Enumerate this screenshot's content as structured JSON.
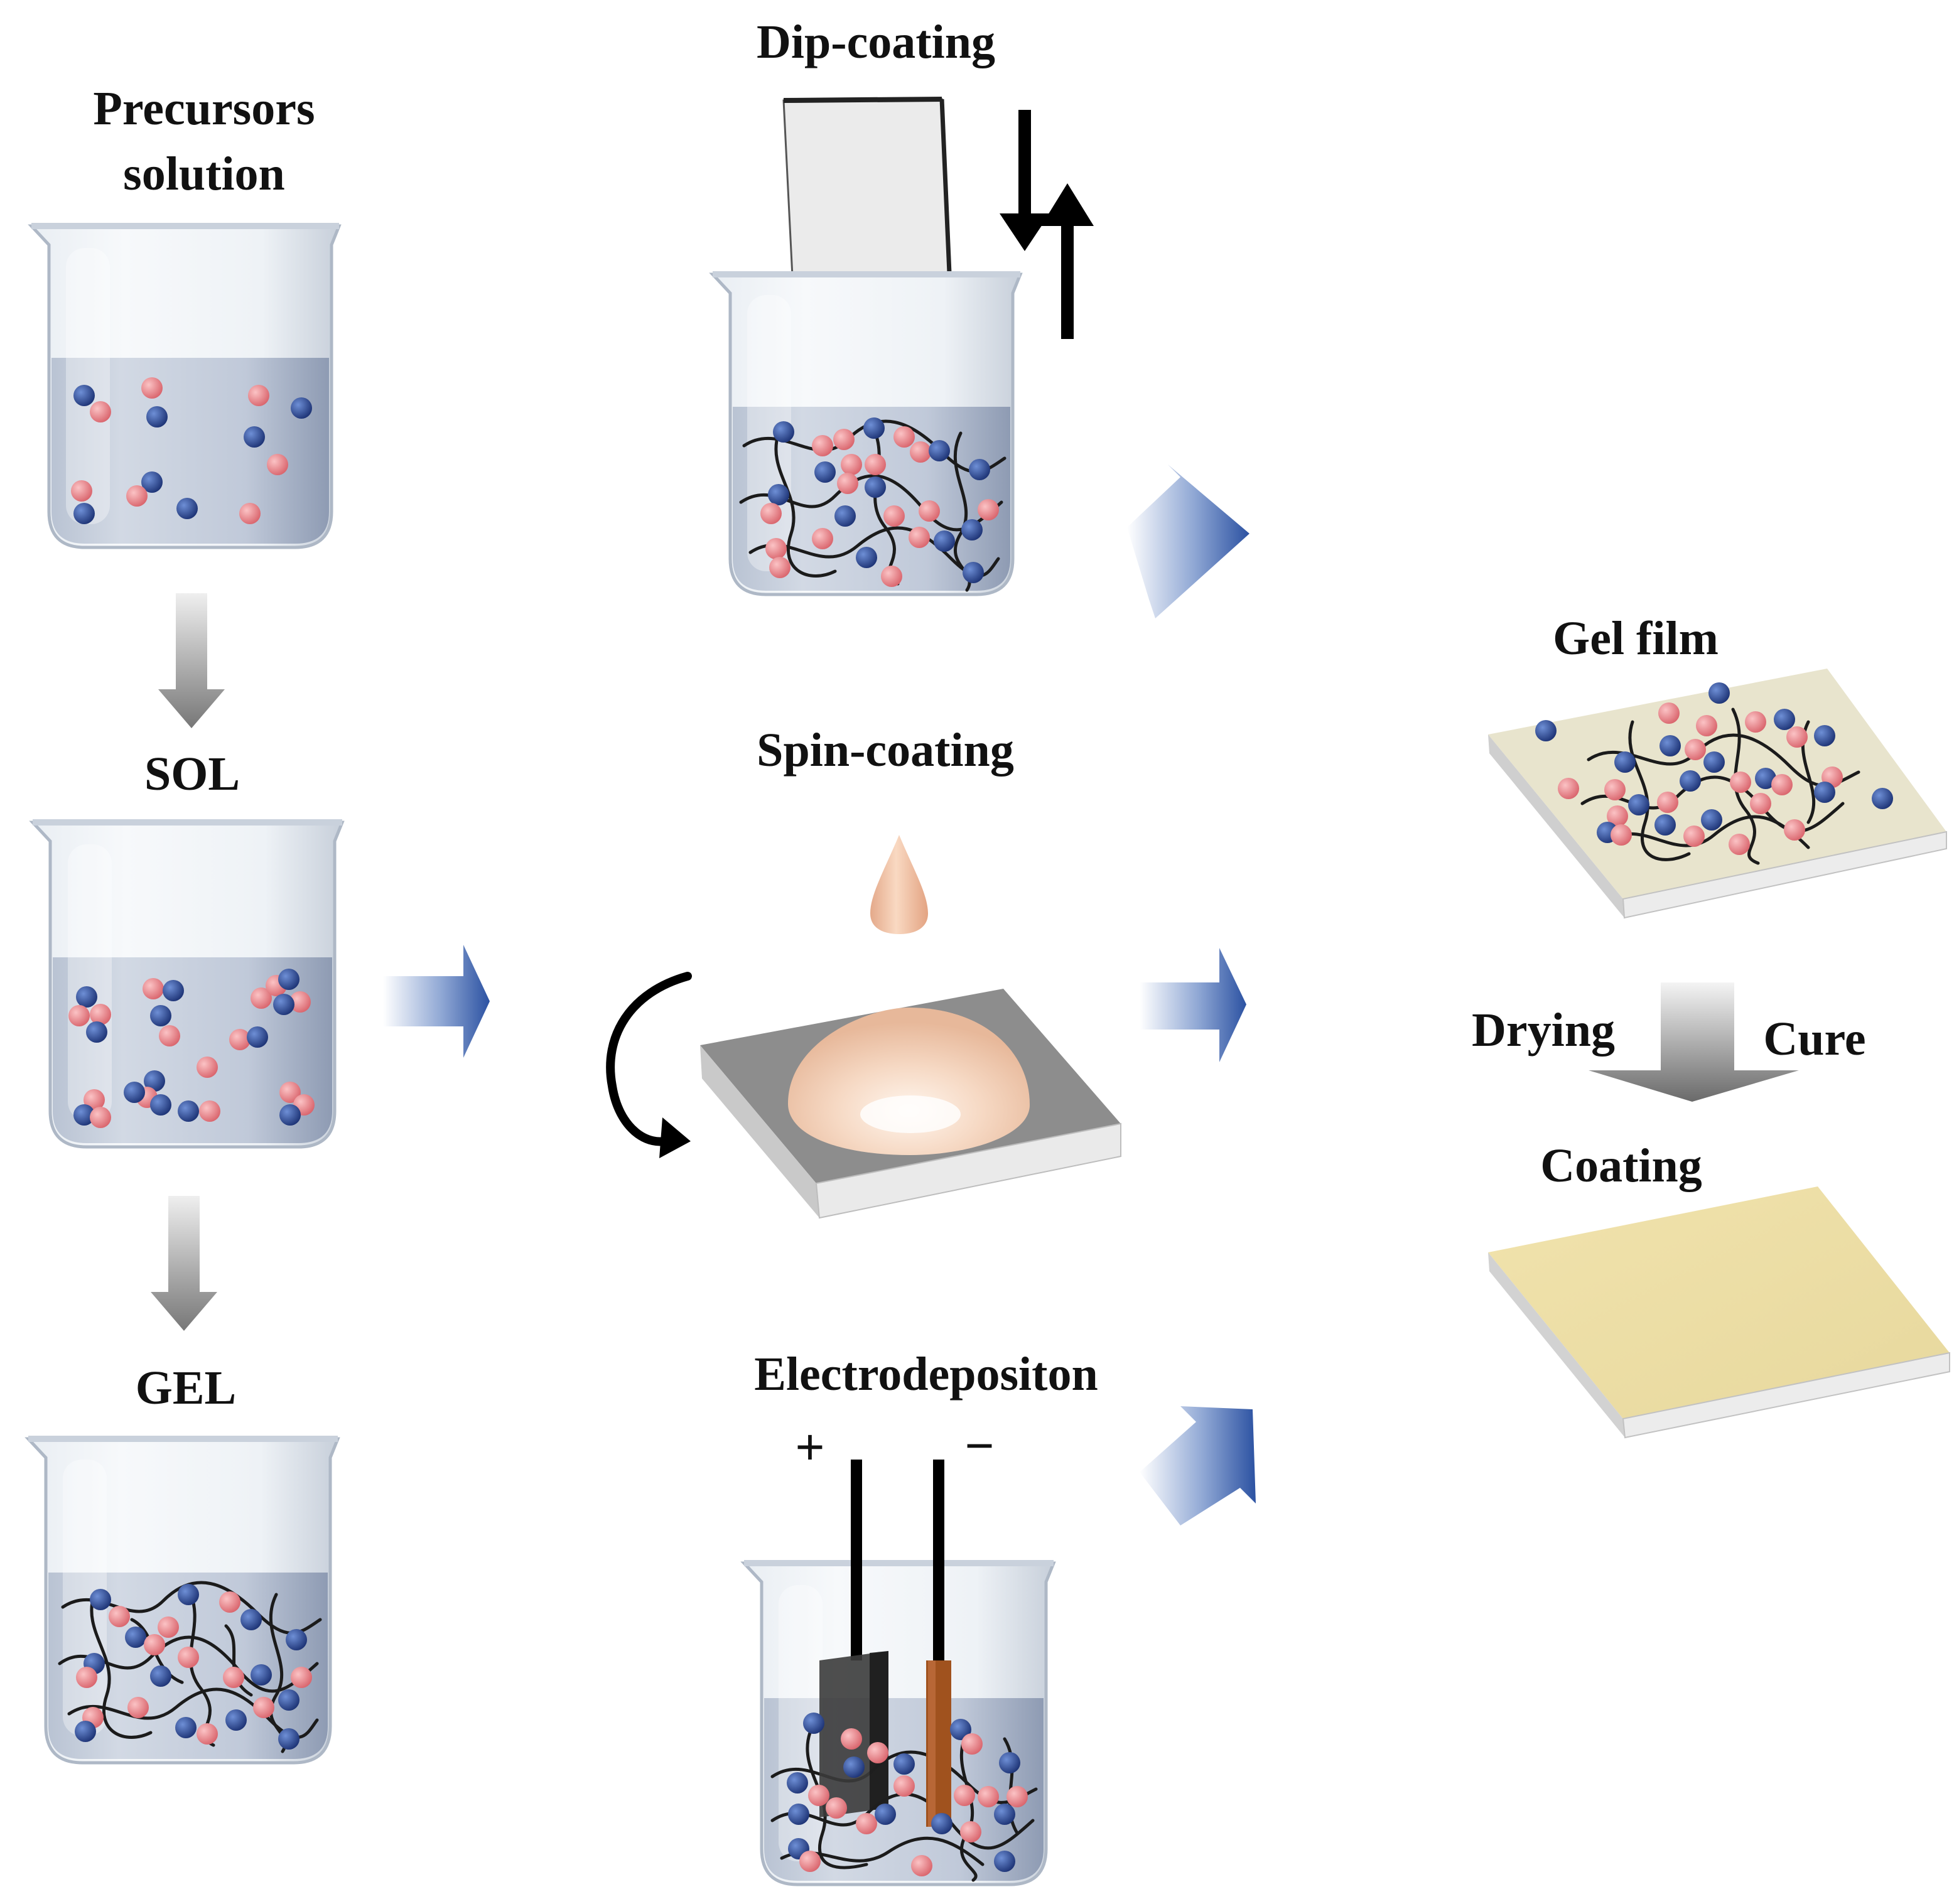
{
  "labels": {
    "precursors_line1": "Precursors",
    "precursors_line2": "solution",
    "sol": "SOL",
    "gel": "GEL",
    "dip_coating": "Dip-coating",
    "spin_coating": "Spin-coating",
    "electrodeposition": "Electrodepositon",
    "gel_film": "Gel film",
    "drying": "Drying",
    "cure": "Cure",
    "coating": "Coating",
    "plus": "+",
    "minus": "−"
  },
  "colors": {
    "blue_particle": "#2a4a98",
    "pink_particle": "#f08c92",
    "liquid": "#b6c1d3",
    "flow_arrow": "#2f56a8",
    "gray_arrow": "#6f6f6f",
    "gel_film_surface": "#e8e4cd",
    "coating_surface": "#ecdfa9",
    "droplet": "#f2c8ac",
    "anode": "#3a3a3a",
    "cathode": "#a0521e"
  }
}
